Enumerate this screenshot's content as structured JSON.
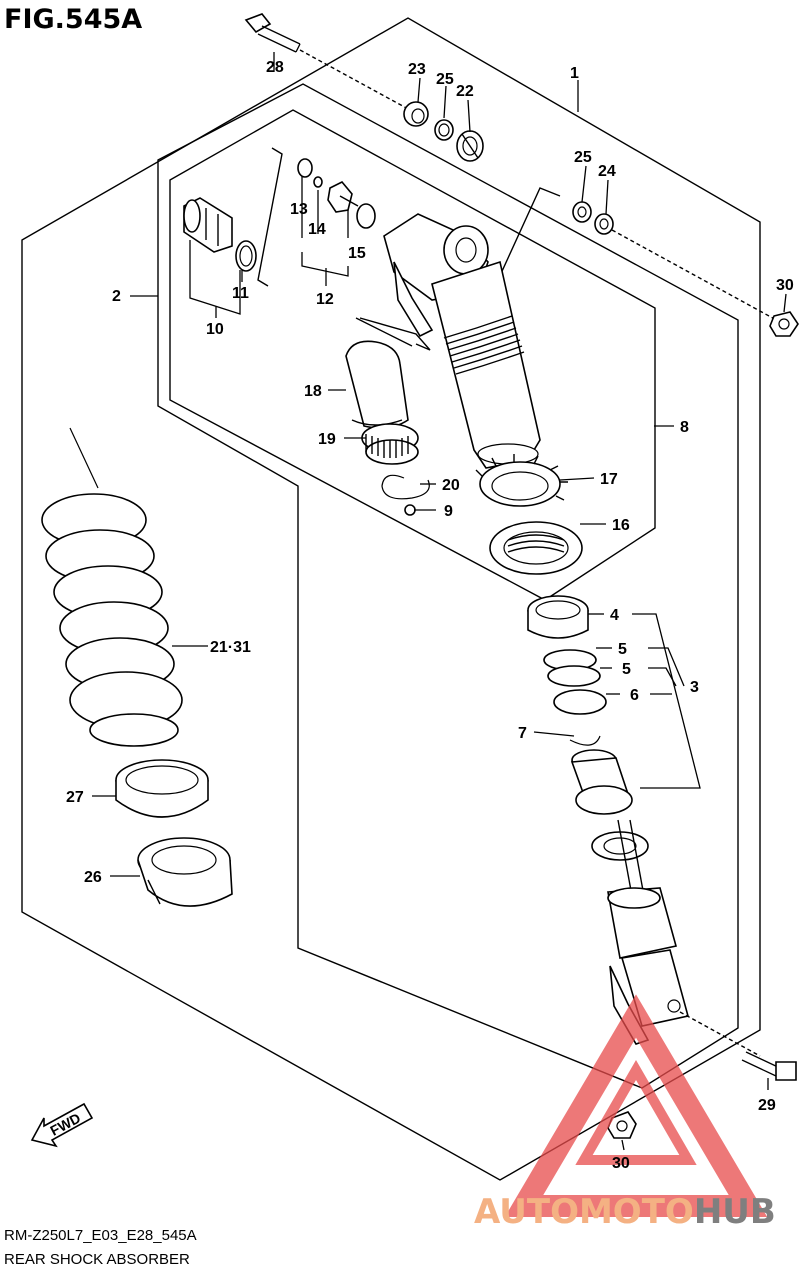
{
  "figure": {
    "title": "FIG.545A",
    "code": "RM-Z250L7_E03_E28_545A",
    "name": "REAR SHOCK ABSORBER"
  },
  "direction_tag": "FWD",
  "watermark": {
    "part1": "AUTOMOTO",
    "part2": "HUB",
    "color1": "#f4b183",
    "color2": "#7f7f7f",
    "triangle_color": "#e84c4c"
  },
  "callouts": [
    "1",
    "2",
    "3",
    "4",
    "5",
    "5",
    "6",
    "7",
    "8",
    "9",
    "10",
    "11",
    "12",
    "13",
    "14",
    "15",
    "16",
    "17",
    "18",
    "19",
    "20",
    "21·31",
    "22",
    "23",
    "24",
    "25",
    "25",
    "26",
    "27",
    "28",
    "29",
    "30",
    "30"
  ]
}
